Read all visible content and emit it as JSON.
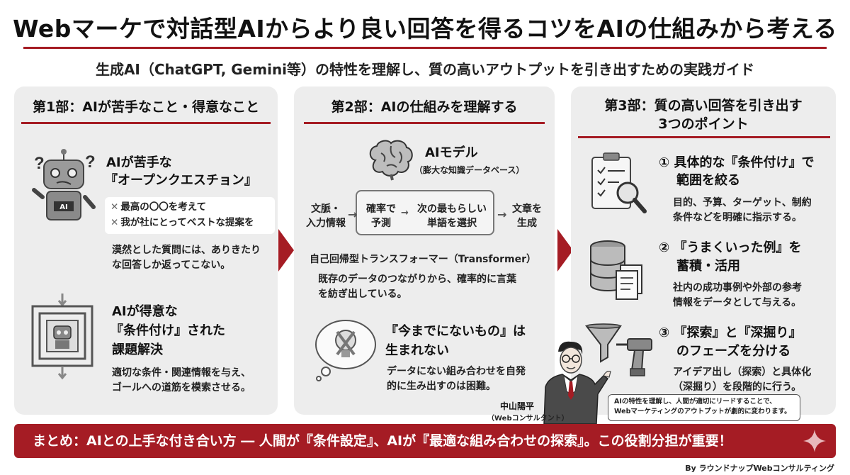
{
  "header": {
    "title": "Webマーケで対話型AIからより良い回答を得るコツをAIの仕組みから考える",
    "subtitle": "生成AI（ChatGPT, Gemini等）の特性を理解し、質の高いアウトプットを引き出すための実践ガイド"
  },
  "part1": {
    "heading": "第1部：AIが苦手なこと・得意なこと",
    "weak_title_1": "AIが苦手な",
    "weak_title_2": "『オープンクエスチョン』",
    "weak_examples": [
      "最高の〇〇を考えて",
      "我が社にとってベストな提案を"
    ],
    "weak_mark": "✕",
    "weak_desc_1": "漠然とした質問には、ありきたり",
    "weak_desc_2": "な回答しか返ってこない。",
    "strong_title_1": "AIが得意な",
    "strong_title_2": "『条件付け』された",
    "strong_title_3": "課題解決",
    "strong_desc_1": "適切な条件・関連情報を与え、",
    "strong_desc_2": "ゴールへの道筋を模索させる。",
    "robot_badge": "AI",
    "question_marks": [
      "?",
      "?"
    ]
  },
  "part2": {
    "heading": "第2部：AIの仕組みを理解する",
    "model_title": "AIモデル",
    "model_sub": "（膨大な知識データベース）",
    "flow": [
      {
        "line1": "文脈・",
        "line2": "入力情報"
      },
      {
        "line1": "確率で",
        "line2": "予測"
      },
      {
        "line1": "次の最もらしい",
        "line2": "単語を選択"
      },
      {
        "line1": "文章を",
        "line2": "生成"
      }
    ],
    "arch_title": "自己回帰型トランスフォーマー（Transformer）",
    "arch_desc_1": "既存のデータのつながりから、確率的に言葉",
    "arch_desc_2": "を紡ぎ出している。",
    "limit_title_1": "『今までにないもの』は",
    "limit_title_2": "生まれない",
    "limit_desc_1": "データにない組み合わせを自発",
    "limit_desc_2": "的に生み出すのは困難。"
  },
  "part3": {
    "heading_1": "第3部：質の高い回答を引き出す",
    "heading_2": "3つのポイント",
    "points": [
      {
        "num": "①",
        "title_1": "具体的な『条件付け』で",
        "title_2": "範囲を絞る",
        "desc_1": "目的、予算、ターゲット、制約",
        "desc_2": "条件などを明確に指示する。"
      },
      {
        "num": "②",
        "title_1": "『うまくいった例』を",
        "title_2": "蓄積・活用",
        "desc_1": "社内の成功事例や外部の参考",
        "desc_2": "情報をデータとして与える。"
      },
      {
        "num": "③",
        "title_1": "『探索』と『深掘り』",
        "title_2": "のフェーズを分ける",
        "desc_1": "アイデア出し（探索）と具体化",
        "desc_2": "（深掘り）を段階的に行う。"
      }
    ]
  },
  "presenter": {
    "name": "中山陽平",
    "role": "（Webコンサルタント）",
    "bubble_1": "AIの特性を理解し、人間が適切にリードすることで、",
    "bubble_2": "Webマーケティングのアウトプットが劇的に変わります。"
  },
  "footer": {
    "summary": "まとめ：AIとの上手な付き合い方 ― 人間が『条件設定』、AIが『最適な組み合わせの探索』。この役割分担が重要！",
    "credit": "By ラウンドナップWebコンサルティング"
  },
  "colors": {
    "accent": "#a51c24",
    "panel": "#ededed"
  }
}
